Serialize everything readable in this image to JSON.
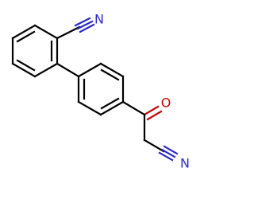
{
  "molecule": {
    "atoms": {
      "nitrile_n_top": {
        "label": "N",
        "color": "#2a2acc"
      },
      "carbonyl_o": {
        "label": "O",
        "color": "#cc0000"
      },
      "nitrile_n_bottom": {
        "label": "N",
        "color": "#2a2acc"
      }
    }
  }
}
